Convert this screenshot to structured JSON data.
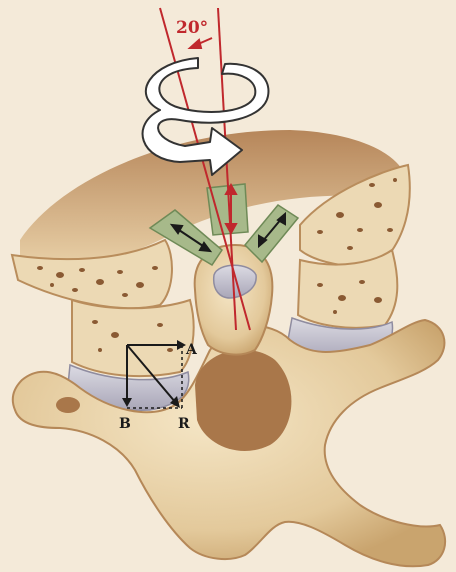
{
  "labels": {
    "angle": "20°",
    "point_a": "A",
    "point_b": "B",
    "point_r": "R"
  },
  "colors": {
    "background": "#f4ead9",
    "bone": "#ecd9b4",
    "bone_shadow": "#c7a26f",
    "bone_dark": "#9a6f44",
    "cancellous_holes": "#8a5a33",
    "disc": "#c9c6d2",
    "ligament_green": "#a7b98a",
    "axis_red": "#c0282d",
    "arrow_black": "#1a1a1a",
    "rotation_arrow": "#ffffff"
  },
  "icons": {
    "rotation": "curved-rotation-arrow-icon",
    "ligament_arrows": "double-headed-arrow-icon"
  }
}
